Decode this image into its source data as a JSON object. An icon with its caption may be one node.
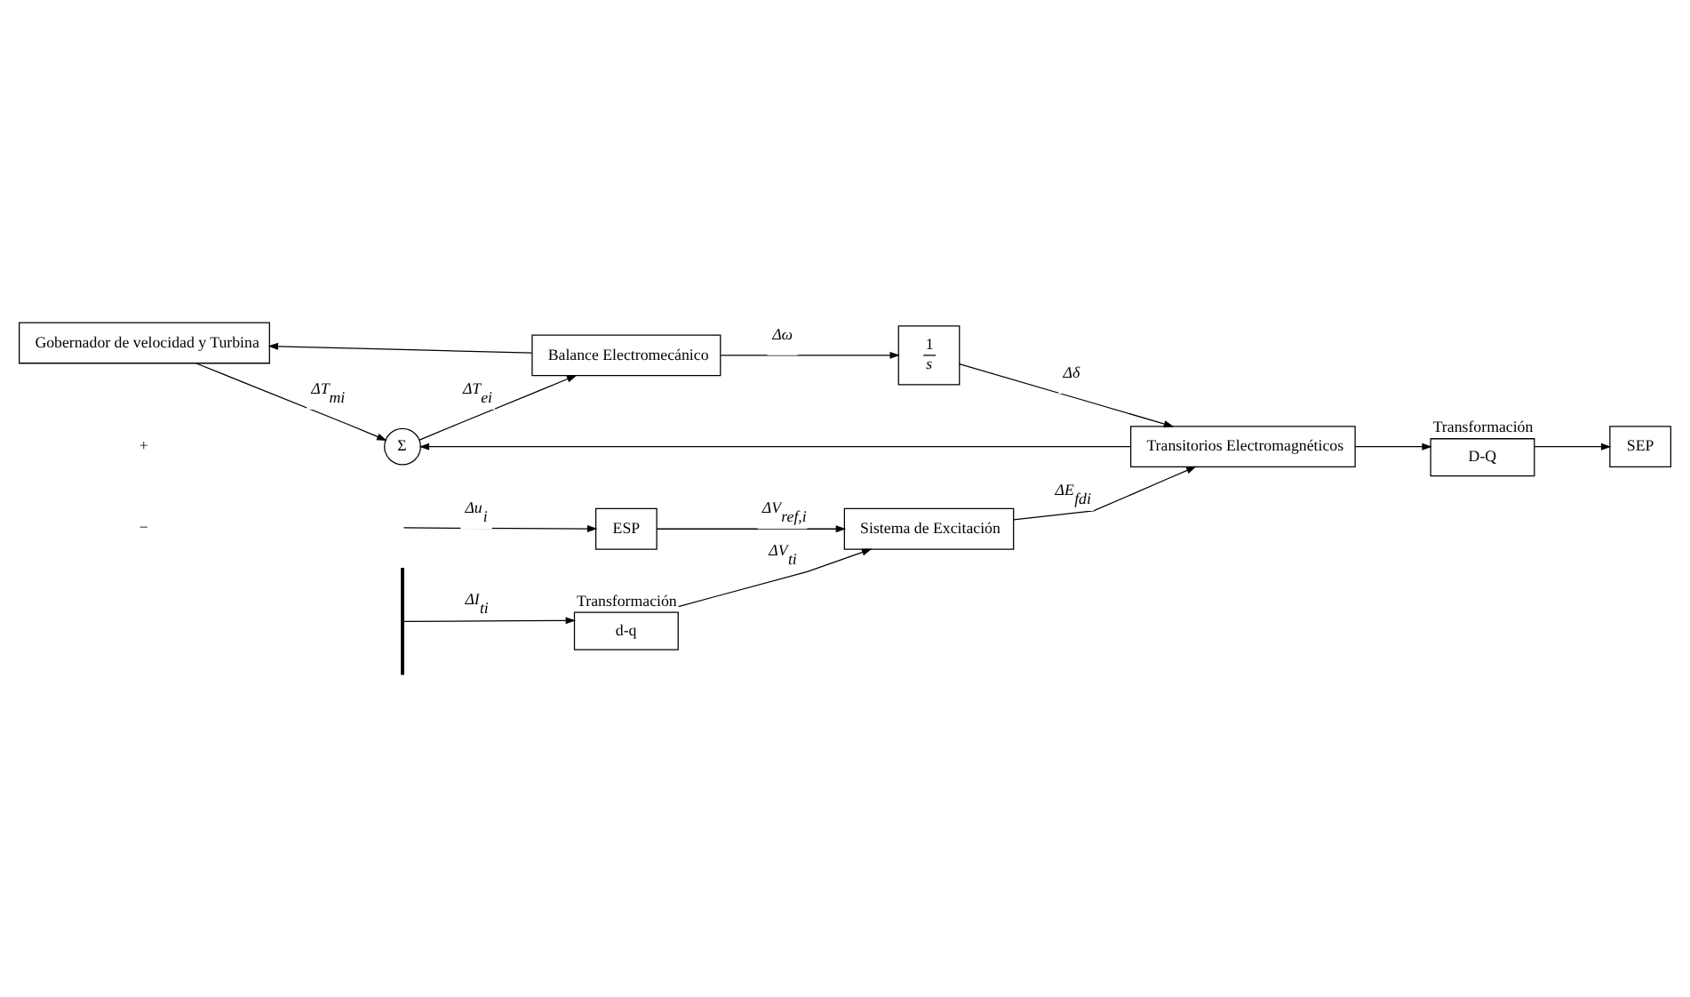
{
  "diagram": {
    "nodes": [
      {
        "text": [
          "Gobernador de velocidad y Turbina"
        ]
      },
      {
        "text": [
          "Σ"
        ]
      },
      {
        "text": [
          "Balance Electromecánico"
        ]
      },
      {
        "text": [
          "1",
          "s"
        ]
      },
      {
        "text": [
          "ESP"
        ]
      },
      {
        "text": [
          "Sistema de Excitación"
        ]
      },
      {
        "text": [
          "Transitorios Electromagnéticos"
        ]
      },
      {
        "text": [
          "D-Q"
        ],
        "beside": [
          "Transformación"
        ]
      },
      {
        "text": [],
        "shape": "bar"
      },
      {
        "text": [
          "SEP"
        ]
      },
      {
        "text": [
          "d-q"
        ],
        "beside": [
          "Transformación"
        ]
      }
    ],
    "edges": [
      {
        "from": 2,
        "to": 0,
        "arrow": "to"
      },
      {
        "from": 0,
        "to": 1,
        "arrow": "to",
        "label": "ΔT$_{mi}$"
      },
      {
        "from": 1,
        "to": 2,
        "arrow": "to",
        "label": "ΔT$_{ei}$"
      },
      {
        "from": 2,
        "to": 3,
        "arrow": "to",
        "label": "Δω"
      },
      {
        "from": 3,
        "to": 6,
        "arrow": "to",
        "label": "Δδ"
      },
      {
        "from": 6,
        "to": 1,
        "arrow": "to"
      },
      {
        "from": null,
        "to": 4,
        "arrow": "to",
        "label": "Δu$_{i}$"
      },
      {
        "from": 4,
        "to": 5,
        "arrow": "to",
        "label": "ΔV$_{ref,i}$"
      },
      {
        "from": 5,
        "to": 6,
        "arrow": "to",
        "label": "ΔE$_{fdi}$"
      },
      {
        "from": 6,
        "to": 7,
        "arrow": "to"
      },
      {
        "from": 7,
        "to": 9,
        "arrow": "to"
      },
      {
        "from": 8,
        "to": 10,
        "arrow": "to",
        "label": "ΔI$_{ti}$"
      },
      {
        "from": 10,
        "to": 5,
        "arrow": "to",
        "label": "ΔV$_{ti}$"
      }
    ],
    "labels": [
      "+",
      "−"
    ]
  }
}
